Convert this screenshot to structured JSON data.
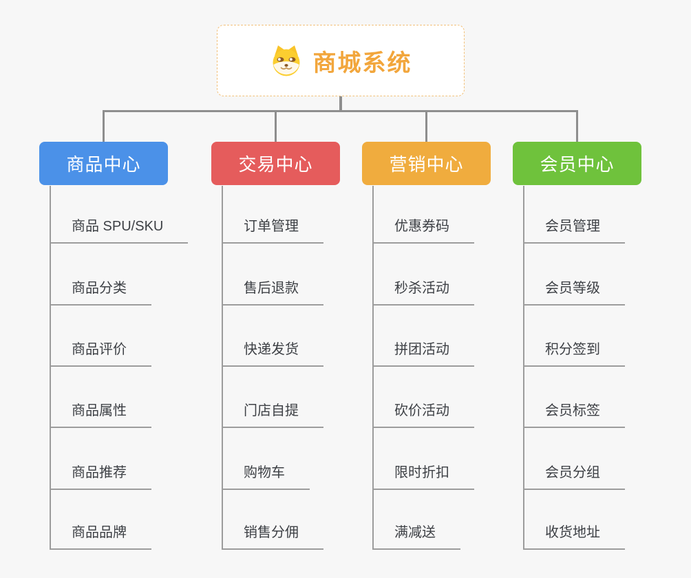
{
  "canvas": {
    "background": "#F7F7F7",
    "connector_color": "#8E8E8E",
    "leaf_line_color": "#9C9C9C",
    "leaf_text_color": "#3D4045"
  },
  "root": {
    "title": "商城系统",
    "icon": "dog-face-icon",
    "title_color": "#F2A63C",
    "border_color": "#F2C079",
    "background": "#FFFFFF"
  },
  "branches": [
    {
      "label": "商品中心",
      "color": "#4B91E8",
      "children": [
        "商品 SPU/SKU",
        "商品分类",
        "商品评价",
        "商品属性",
        "商品推荐",
        "商品品牌"
      ]
    },
    {
      "label": "交易中心",
      "color": "#E55C5C",
      "children": [
        "订单管理",
        "售后退款",
        "快递发货",
        "门店自提",
        "购物车",
        "销售分佣"
      ]
    },
    {
      "label": "营销中心",
      "color": "#F0AC3E",
      "children": [
        "优惠券码",
        "秒杀活动",
        "拼团活动",
        "砍价活动",
        "限时折扣",
        "满减送"
      ]
    },
    {
      "label": "会员中心",
      "color": "#6FC23C",
      "children": [
        "会员管理",
        "会员等级",
        "积分签到",
        "会员标签",
        "会员分组",
        "收货地址"
      ]
    }
  ]
}
